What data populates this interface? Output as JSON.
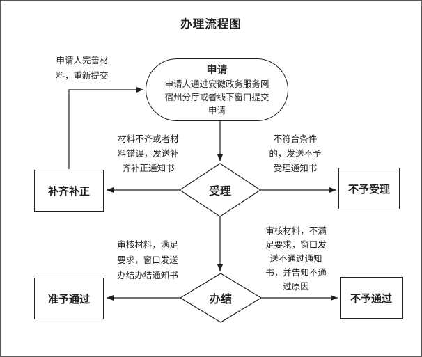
{
  "page": {
    "title": "办理流程图"
  },
  "colors": {
    "line": "#1f1f1f",
    "node_border": "#1f1f1f",
    "text": "#262626",
    "background": "#ffffff",
    "frame_border": "#5b5b5b"
  },
  "nodes": {
    "apply": {
      "title": "申请",
      "body": "申请人通过安徽政务服务网\n宿州分厅或者线下窗口提交\n申请"
    },
    "accept": {
      "label": "受理"
    },
    "supplement": {
      "label": "补齐补正"
    },
    "reject_accept": {
      "label": "不予受理"
    },
    "complete": {
      "label": "办结"
    },
    "approve": {
      "label": "准予通过"
    },
    "deny": {
      "label": "不予通过"
    }
  },
  "edge_labels": {
    "resubmit": "申请人完善材\n料，重新提交",
    "to_supplement": "材料不齐或者材\n料错误，发送补\n齐补正通知书",
    "to_reject_accept": "不符合条件\n的，发送不予\n受理通知书",
    "to_approve": "审核材料，满足\n要求，窗口发送\n办结办结通知书",
    "to_deny": "审核材料，不满\n足要求，窗口发\n送不通过通知\n书，并告知不通\n过原因"
  }
}
